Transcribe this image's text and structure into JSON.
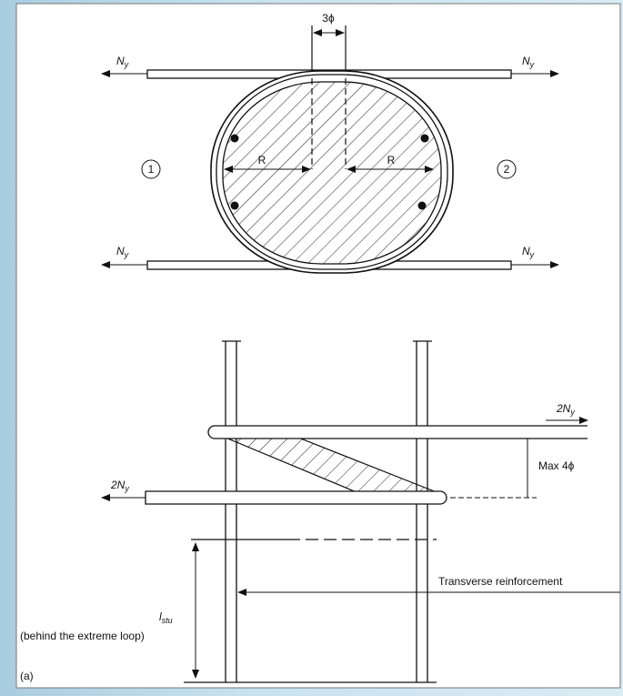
{
  "labels": {
    "top_dim": "3ϕ",
    "ny_sym": "N",
    "ny_sub": "y",
    "two_ny_prefix": "2N",
    "radius": "R",
    "region_left": "1",
    "region_right": "2",
    "max_spacing": "Max 4ϕ",
    "transverse": "Transverse reinforcement",
    "lstu_main": "l",
    "lstu_sub": "stu",
    "behind": "(behind the extreme loop)",
    "panel": "(a)"
  }
}
